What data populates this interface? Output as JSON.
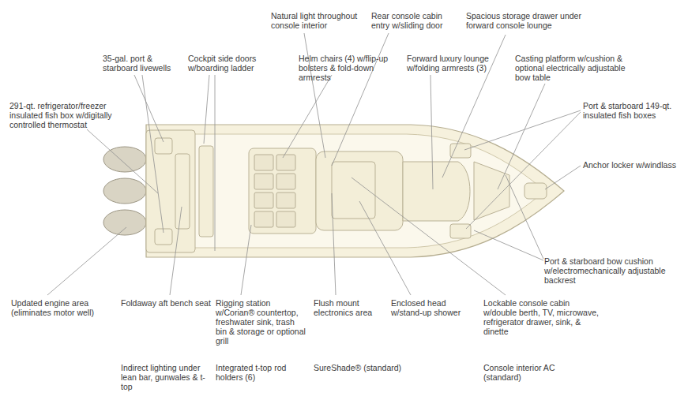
{
  "diagram": {
    "labels": [
      "Natural light throughout console interior",
      "Rear console cabin entry w/sliding door",
      "Spacious storage drawer under forward console lounge",
      "35-gal. port & starboard livewells",
      "Cockpit side doors w/boarding ladder",
      "Helm chairs (4) w/flip-up bolsters & fold-down armrests",
      "Forward luxury lounge w/folding armrests (3)",
      "Casting platform w/cushion & optional electrically adjustable bow table",
      "291-qt. refrigerator/freezer insulated fish box w/digitally controlled thermostat",
      "Port & starboard 149-qt. insulated fish boxes",
      "Anchor locker w/windlass",
      "Port & starboard bow cushion w/electromechanically adjustable backrest",
      "Updated engine area (eliminates motor well)",
      "Foldaway aft bench seat",
      "Rigging station w/Corian® countertop, freshwater sink, trash bin & storage or optional grill",
      "Flush mount electronics area",
      "Enclosed head w/stand-up shower",
      "Lockable console cabin w/double berth, TV, microwave, refrigerator drawer, sink, & dinette",
      "Indirect lighting under lean bar, gunwales & t-top",
      "Integrated t-top rod holders (6)",
      "SureShade® (standard)",
      "Console interior AC (standard)"
    ]
  }
}
